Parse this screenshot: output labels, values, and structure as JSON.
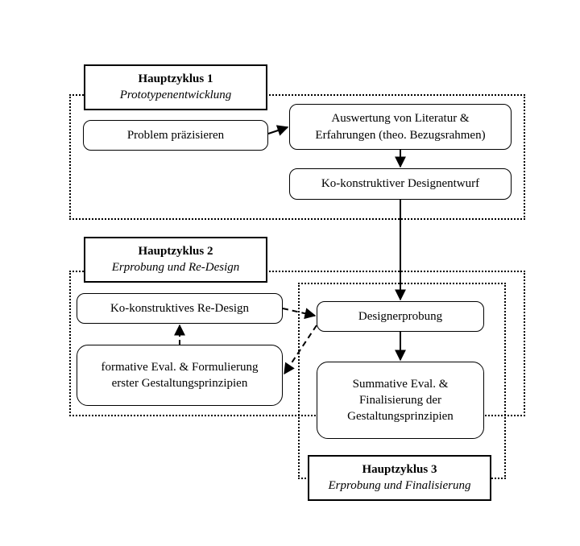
{
  "cycle1": {
    "title": "Hauptzyklus 1",
    "subtitle": "Prototypenentwicklung"
  },
  "cycle2": {
    "title": "Hauptzyklus 2",
    "subtitle": "Erprobung und Re-Design"
  },
  "cycle3": {
    "title": "Hauptzyklus 3",
    "subtitle": "Erprobung und Finalisierung"
  },
  "nodes": {
    "problem": "Problem präzisieren",
    "auswertung": [
      "Auswertung von Literatur &",
      "Erfahrungen (theo. Bezugsrahmen)"
    ],
    "designentwurf": "Ko-konstruktiver Designentwurf",
    "redesign": "Ko-konstruktives Re-Design",
    "formative": [
      "formative Eval. & Formulierung",
      "erster Gestaltungsprinzipien"
    ],
    "designerprobung": "Designerprobung",
    "summative": [
      "Summative Eval. &",
      "Finalisierung der",
      "Gestaltungsprinzipien"
    ]
  }
}
